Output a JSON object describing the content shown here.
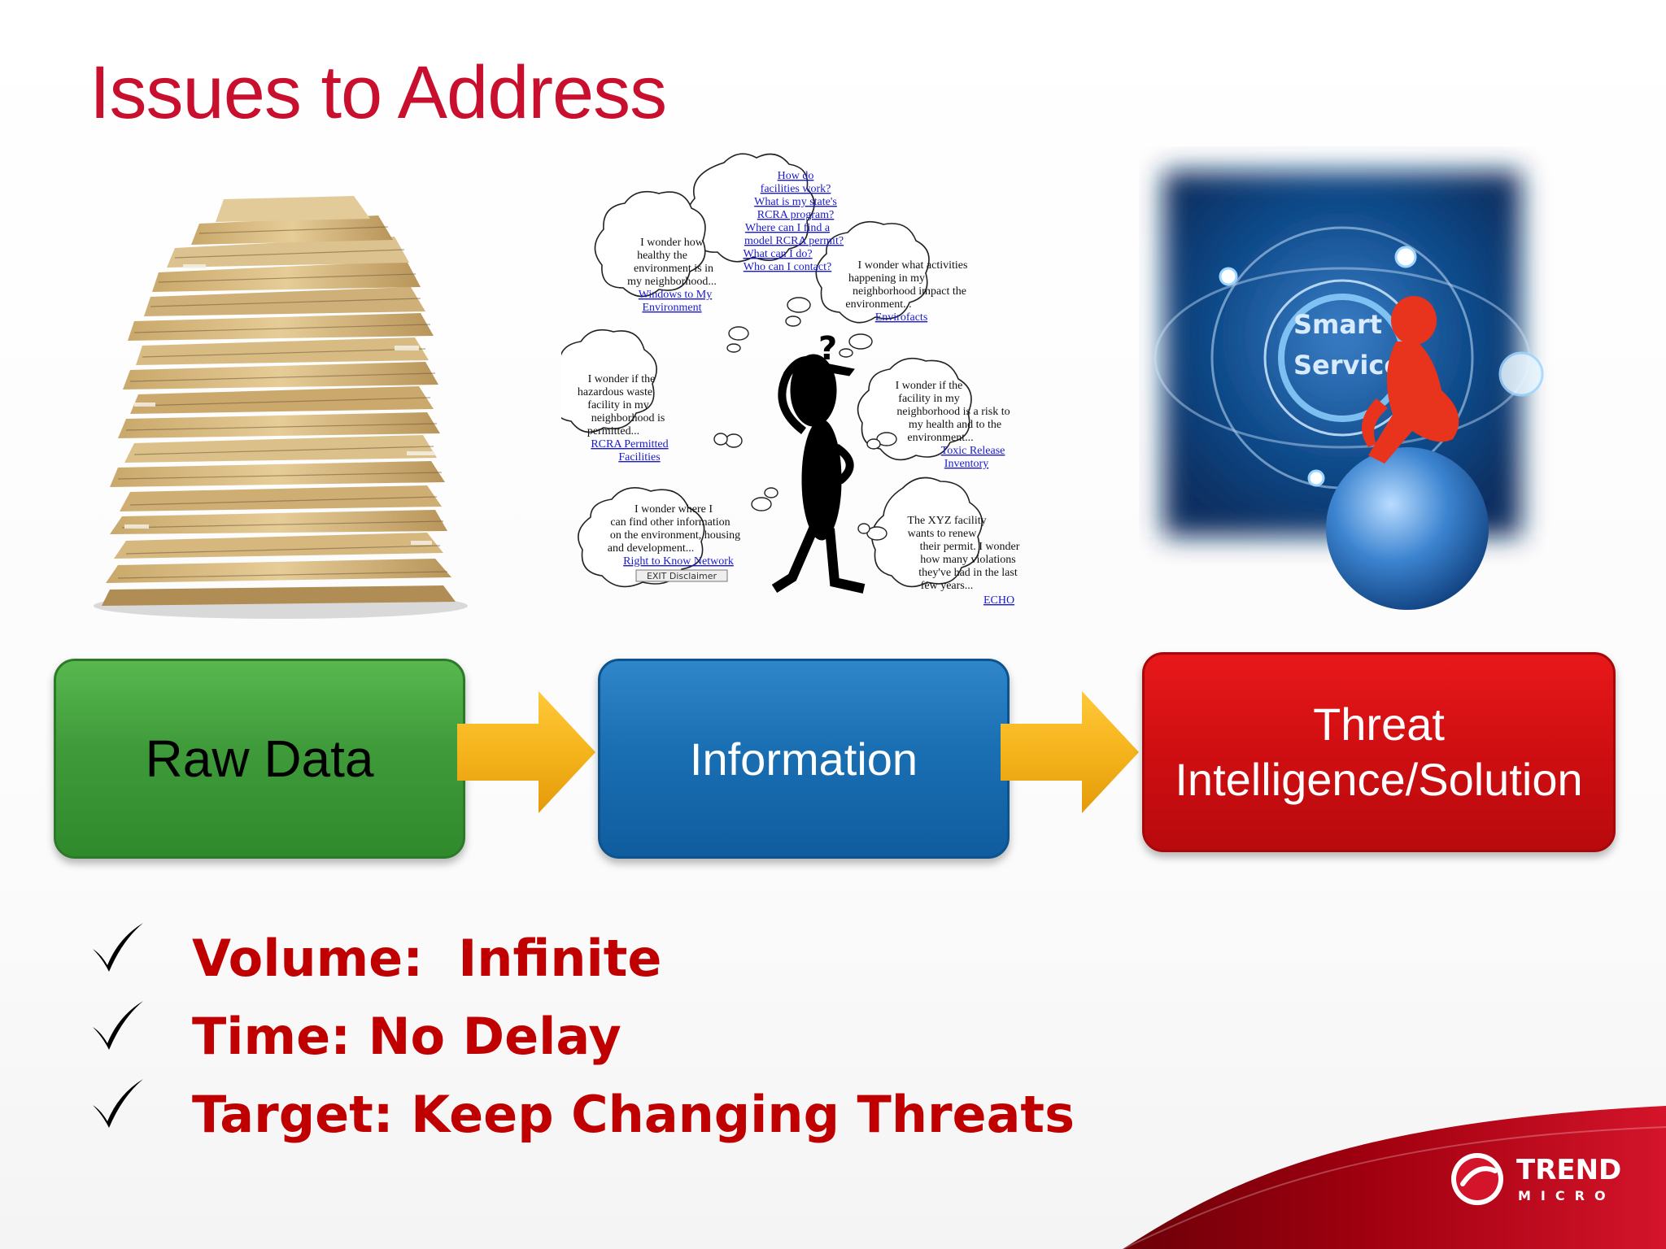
{
  "slide": {
    "title": "Issues to Address"
  },
  "illustrations": {
    "thinking": {
      "bubbles": [
        {
          "lines": [
            "How do",
            "facilities work?",
            "What is my state's",
            "RCRA program?",
            "Where can I find a",
            "model RCRA permit?",
            "What can I do?",
            "Who can I contact?"
          ],
          "links": true
        },
        {
          "lines": [
            "I wonder how",
            "healthy the",
            "environment is in",
            "my neighborhood..."
          ],
          "link": [
            "Windows to My",
            "Environment"
          ]
        },
        {
          "lines": [
            "I wonder what activities",
            "happening in my",
            "neighborhood impact the",
            "environment..."
          ],
          "link": [
            "Envirofacts"
          ]
        },
        {
          "lines": [
            "I wonder if the",
            "hazardous waste",
            "facility in my",
            "neighborhood is",
            "permitted..."
          ],
          "link": [
            "RCRA Permitted",
            "Facilities"
          ]
        },
        {
          "lines": [
            "I wonder if the",
            "facility in my",
            "neighborhood is a risk to",
            "my health and to the",
            "environment..."
          ],
          "link": [
            "Toxic Release",
            "Inventory"
          ]
        },
        {
          "lines": [
            "I wonder where I",
            "can find other information",
            "on the environment, housing",
            "and development..."
          ],
          "link": [
            "Right to Know Network"
          ],
          "button": "EXIT Disclaimer"
        },
        {
          "lines": [
            "The XYZ facility",
            "wants to renew",
            "their permit. I wonder",
            "how many violations",
            "they've had in the last",
            "few years..."
          ],
          "link": [
            "ECHO"
          ]
        }
      ]
    },
    "smart": {
      "label_line1": "Smart",
      "label_line2": "Service"
    }
  },
  "flow": {
    "step1": "Raw Data",
    "step2": "Information",
    "step3_line1": "Threat",
    "step3_line2": "Intelligence/Solution"
  },
  "bullets": [
    {
      "text": "Volume:  Infinite"
    },
    {
      "text": "Time: No Delay"
    },
    {
      "text": "Target: Keep Changing Threats"
    }
  ],
  "logo": {
    "word1": "TREND",
    "word2": "MICRO"
  },
  "colors": {
    "title": "#c8102e",
    "bullet_text": "#c00000",
    "raw_data_box": "#3f9b3a",
    "information_box": "#1a6fb3",
    "threat_box": "#d10f12",
    "arrow": "#f5b41c"
  }
}
